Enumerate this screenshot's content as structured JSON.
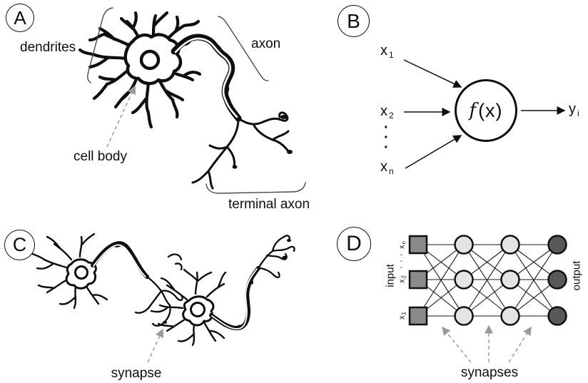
{
  "panel_a": {
    "badge": "A",
    "labels": {
      "dendrites": "dendrites",
      "axon": "axon",
      "cell_body": "cell body",
      "terminal_axon": "terminal axon"
    }
  },
  "panel_b": {
    "badge": "B",
    "inputs": [
      {
        "base": "x",
        "sub": "1"
      },
      {
        "base": "x",
        "sub": "2"
      },
      {
        "base": "x",
        "sub": "n"
      }
    ],
    "dots": "·\n·\n·",
    "function": {
      "name": "f",
      "arg": "(x)"
    },
    "output": {
      "base": "y",
      "sub": "i"
    }
  },
  "panel_c": {
    "badge": "C",
    "labels": {
      "synapse": "synapse"
    }
  },
  "panel_d": {
    "badge": "D",
    "labels": {
      "input": "input",
      "output": "output",
      "synapses": "synapses"
    },
    "node_labels": [
      {
        "base": "x",
        "sub": "n"
      },
      {
        "base": "x",
        "sub": "2"
      },
      {
        "base": "x",
        "sub": "1"
      }
    ],
    "dots": "·\n·\n·",
    "network": {
      "layers": [
        {
          "type": "input",
          "count": 3
        },
        {
          "type": "hidden",
          "count": 3
        },
        {
          "type": "hidden",
          "count": 3
        },
        {
          "type": "output",
          "count": 3
        }
      ]
    },
    "colors": {
      "input_node": "#8a8a8a",
      "hidden_node": "#e4e4e4",
      "output_node": "#585858",
      "edge": "#151515"
    }
  },
  "colors": {
    "ink": "#0e0e0e",
    "annotation_arrow": "#9a9a9a"
  }
}
